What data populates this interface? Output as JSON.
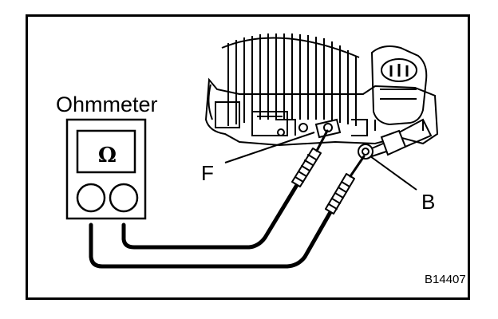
{
  "meter": {
    "title": "Ohmmeter",
    "symbol": "Ω"
  },
  "callouts": {
    "f": "F",
    "b": "B"
  },
  "figure_code": "B14407"
}
